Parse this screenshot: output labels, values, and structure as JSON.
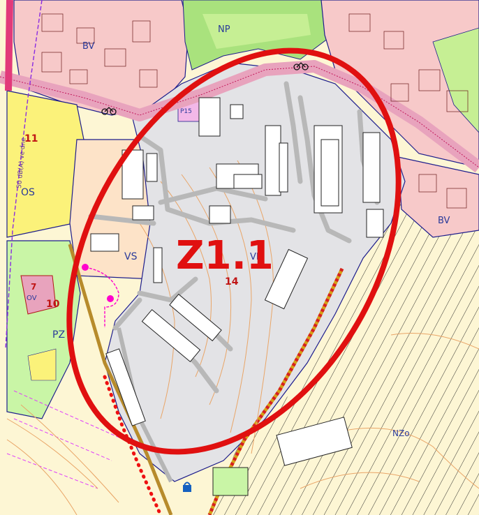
{
  "map": {
    "highlight_label": "Z1.1",
    "highlight_color": "#e01010",
    "zones": [
      {
        "code": "BV",
        "number": ""
      },
      {
        "code": "NP",
        "number": ""
      },
      {
        "code": "OS",
        "number": "11"
      },
      {
        "code": "VS",
        "number": ""
      },
      {
        "code": "VD",
        "number": "14"
      },
      {
        "code": "BV",
        "number": ""
      },
      {
        "code": "PZ",
        "number": "10"
      },
      {
        "code": "OV",
        "number": "7"
      },
      {
        "code": "NZo",
        "number": ""
      },
      {
        "code": "P15",
        "number": ""
      }
    ],
    "noise_note": "50 dB(A) ve dne",
    "colors": {
      "residential": "#f7c9c9",
      "civic": "#fbf27a",
      "greenery": "#a9e27d",
      "public_green": "#c9f5a6",
      "mixed": "#fde3c8",
      "production": "#e3e3e6",
      "agricultural": "#fdf6d4",
      "road": "#e8a3bd",
      "boundary": "#1d1d8c",
      "contour": "#e9a567"
    }
  }
}
